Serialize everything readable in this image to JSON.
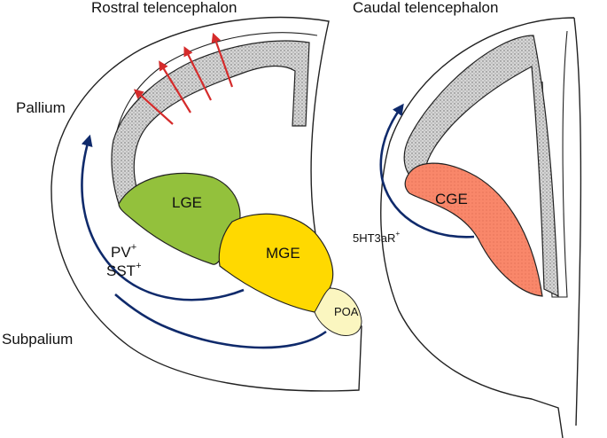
{
  "titles": {
    "rostral": "Rostral telencephalon",
    "caudal": "Caudal telencephalon"
  },
  "sides": {
    "pallium": "Pallium",
    "subpallium": "Subpalium"
  },
  "regions": {
    "lge": "LGE",
    "mge": "MGE",
    "poa": "POA",
    "cge": "CGE"
  },
  "markers": {
    "pv": "PV",
    "sst": "SST",
    "htr": "5HT3aR",
    "sup": "+"
  },
  "colors": {
    "lge": "#93c13c",
    "mge": "#ffd900",
    "poa": "#fbf6c0",
    "cge": "#f9876a",
    "stipple": "#c9c9c9",
    "arrow_blue": "#0f2a6b",
    "arrow_red": "#d52b2b",
    "outline": "#222222"
  }
}
